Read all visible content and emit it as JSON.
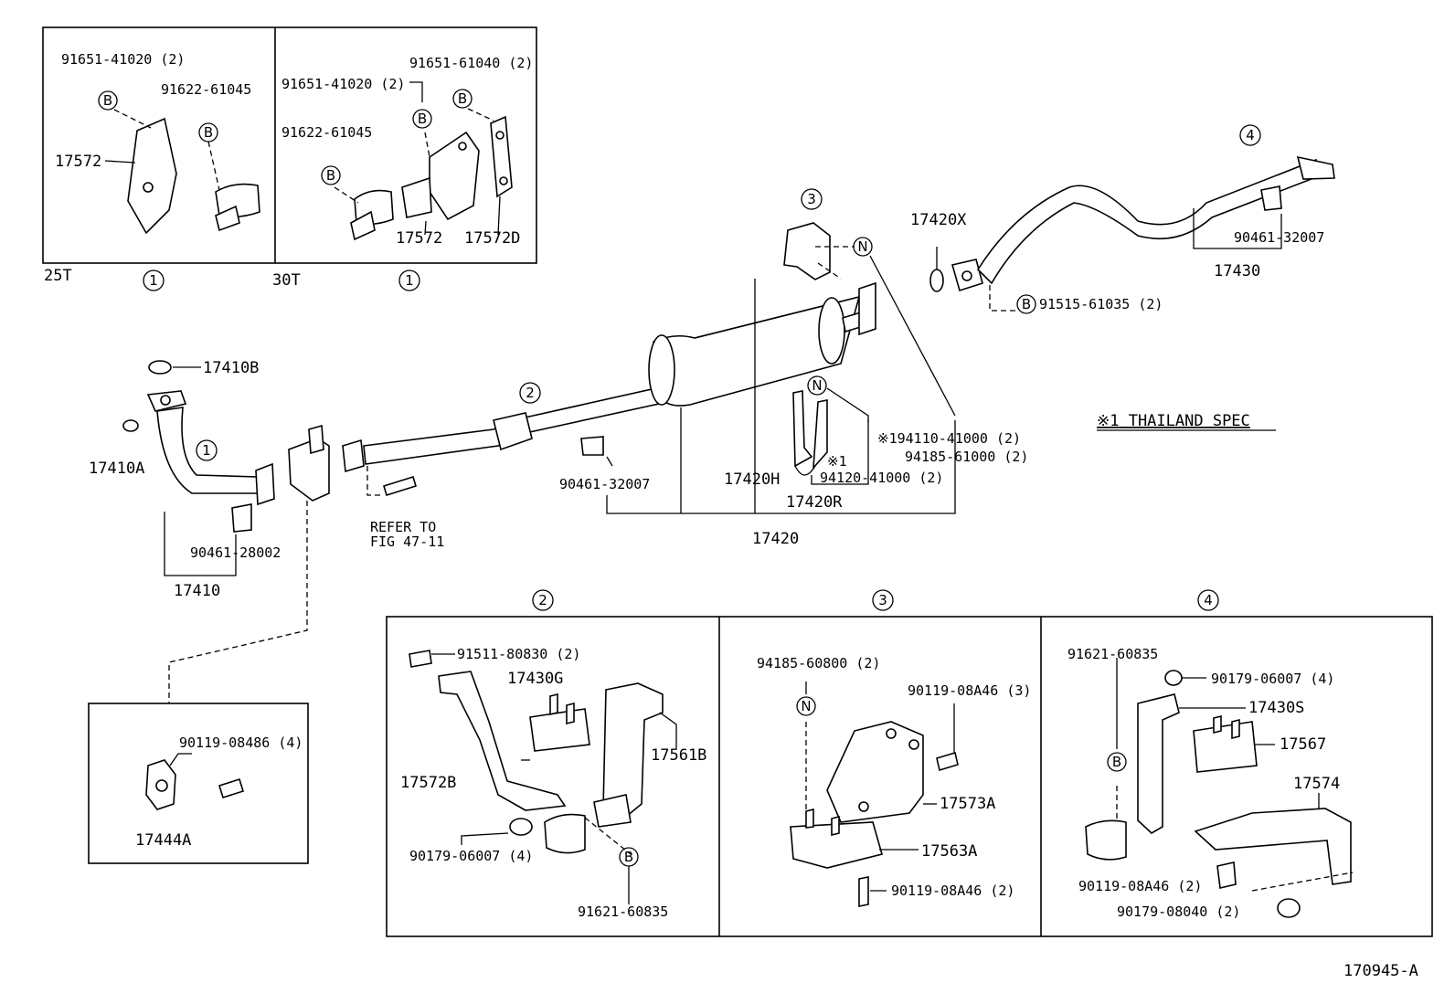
{
  "diagram": {
    "fig_number": "170945-A",
    "note": "※1 THAILAND SPEC",
    "refer": [
      "REFER TO",
      "FIG 47-11"
    ],
    "variants": [
      "25T",
      "30T"
    ],
    "callouts": {
      "one": "1",
      "two": "2",
      "three": "3",
      "four": "4",
      "bolt": "B",
      "nut": "N"
    },
    "labels": {
      "p91651_41020_a": "91651-41020 (2)",
      "p91622_61045_a": "91622-61045",
      "p17572_a": "17572",
      "p91651_41020_b": "91651-41020 (2)",
      "p91651_61040": "91651-61040 (2)",
      "p91622_61045_b": "91622-61045",
      "p17572_b": "17572",
      "p17572D": "17572D",
      "p17410B": "17410B",
      "p17410A": "17410A",
      "p90461_28002": "90461-28002",
      "p17410": "17410",
      "p90461_32007_a": "90461-32007",
      "p17420H": "17420H",
      "p17420R": "17420R",
      "p17420": "17420",
      "p194110": "※194110-41000 (2)",
      "p94185_61000": "94185-61000 (2)",
      "pstar1": "※1",
      "p94120": "94120-41000 (2)",
      "p17420X": "17420X",
      "p91515": "91515-61035 (2)",
      "p90461_32007_b": "90461-32007",
      "p17430": "17430",
      "p90119_08486": "90119-08486 (4)",
      "p17444A": "17444A",
      "p91511": "91511-80830 (2)",
      "p17430G": "17430G",
      "p17561B": "17561B",
      "p17572B": "17572B",
      "p90179_06007_a": "90179-06007 (4)",
      "p91621_60835_a": "91621-60835",
      "p94185_60800": "94185-60800 (2)",
      "p90119_08A46_3": "90119-08A46 (3)",
      "p17573A": "17573A",
      "p17563A": "17563A",
      "p90119_08A46_2a": "90119-08A46 (2)",
      "p91621_60835_b": "91621-60835",
      "p90179_06007_b": "90179-06007 (4)",
      "p17430S": "17430S",
      "p17567": "17567",
      "p17574": "17574",
      "p90119_08A46_2b": "90119-08A46 (2)",
      "p90179_08040": "90179-08040 (2)"
    }
  }
}
